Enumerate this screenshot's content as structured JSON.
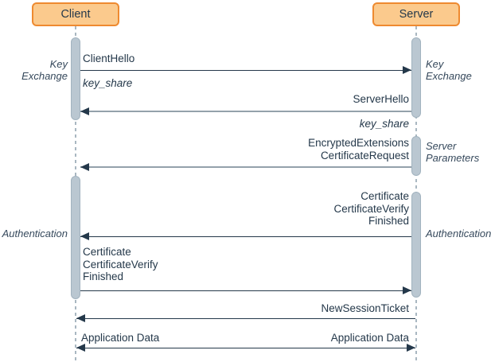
{
  "actors": {
    "client": "Client",
    "server": "Server"
  },
  "phases": {
    "key_exchange_left": "Key\nExchange",
    "key_exchange_right": "Key\nExchange",
    "server_parameters": "Server\nParameters",
    "authentication_left": "Authentication",
    "authentication_right": "Authentication"
  },
  "messages": {
    "client_hello": {
      "name": "ClientHello",
      "extension": "key_share"
    },
    "server_hello": {
      "name": "ServerHello",
      "extension": "key_share"
    },
    "server_parameters": "EncryptedExtensions\nCertificateRequest",
    "server_auth": "Certificate\nCertificateVerify\nFinished",
    "client_auth": "Certificate\nCertificateVerify\nFinished",
    "new_session_ticket": "NewSessionTicket",
    "application_data_client": "Application Data",
    "application_data_server": "Application Data"
  },
  "colors": {
    "actor_fill": "#fbca8d",
    "actor_border": "#ee8a30",
    "text_dark": "#24384a",
    "label_color": "#36495c",
    "arrow_dark": "#24384a",
    "arrow_grey": "#94a1ab",
    "bar_fill": "#bac7d1",
    "bar_border": "#a2b3bf",
    "lifeline": "#a9b7c1",
    "bg": "#ffffff"
  }
}
